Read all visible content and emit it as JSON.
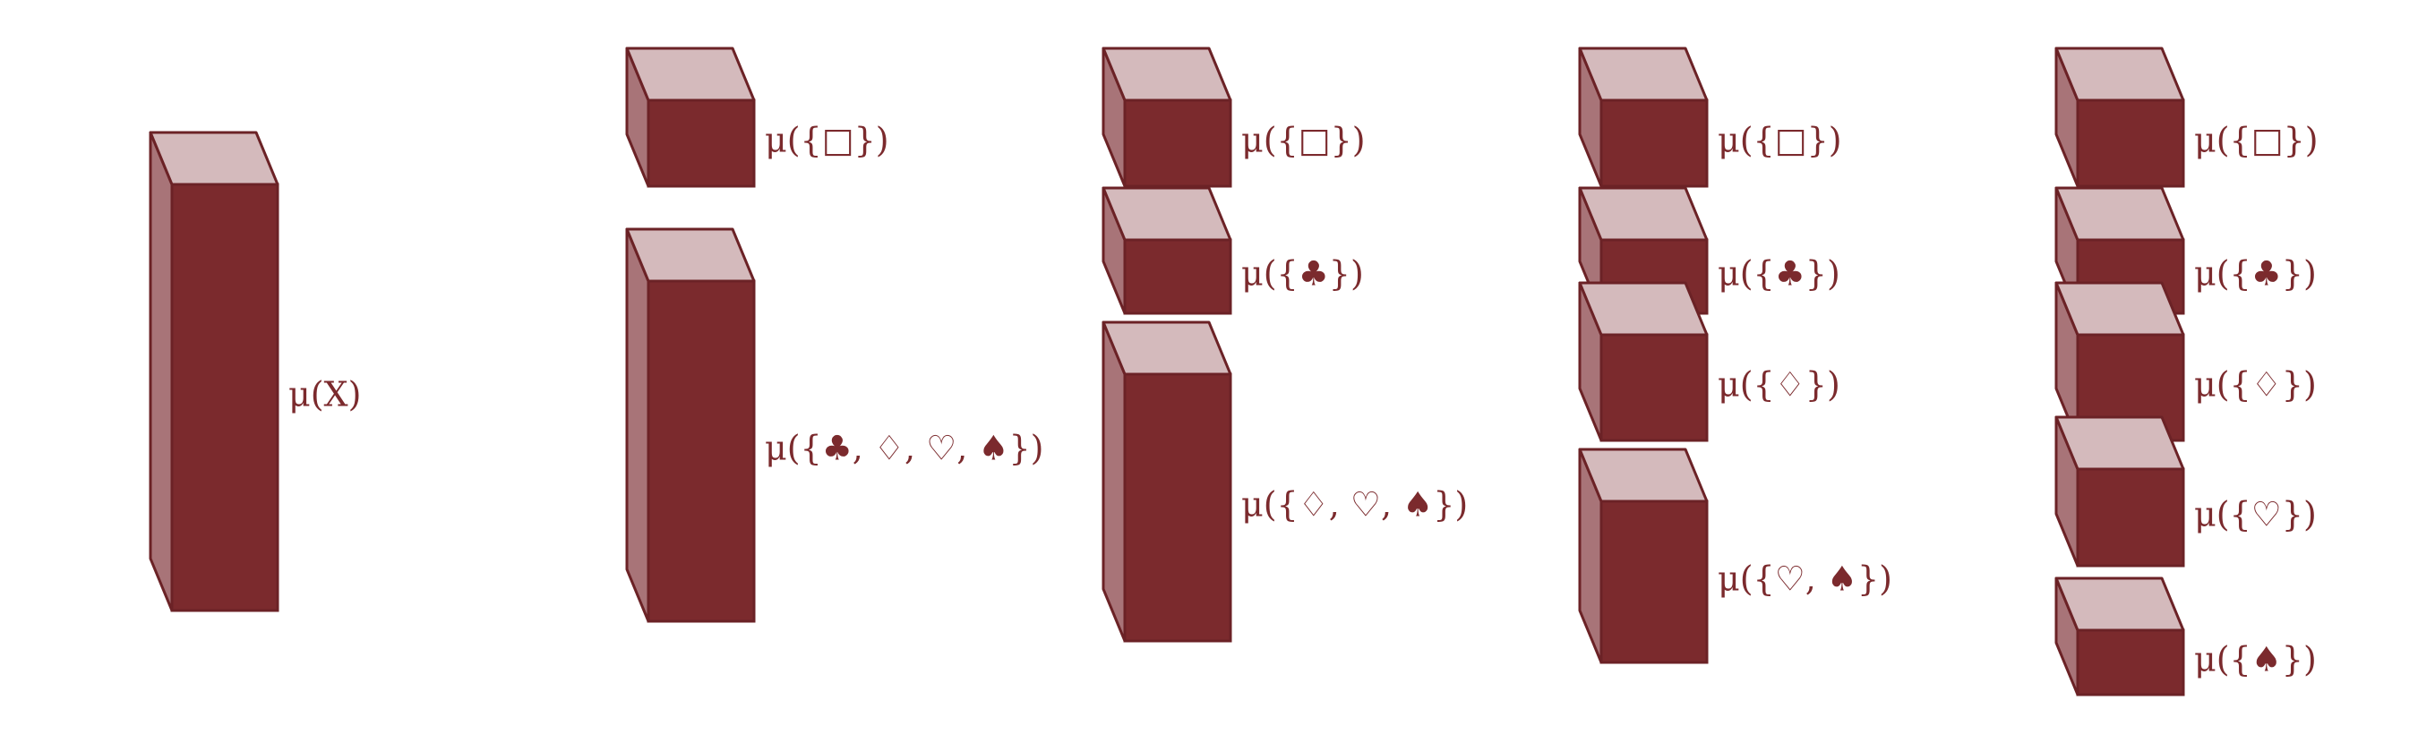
{
  "colors": {
    "front": "#7b2a2d",
    "top": "#d4babc",
    "side": "#a87478",
    "edge": "#6b2226",
    "text": "#7b2a2d"
  },
  "columns": [
    {
      "blocks": [
        {
          "label": "μ(X)"
        }
      ]
    },
    {
      "blocks": [
        {
          "label": "μ({□})"
        },
        {
          "label": "μ({♣, ♢, ♡, ♠})"
        }
      ]
    },
    {
      "blocks": [
        {
          "label": "μ({□})"
        },
        {
          "label": "μ({♣})"
        },
        {
          "label": "μ({♢, ♡, ♠})"
        }
      ]
    },
    {
      "blocks": [
        {
          "label": "μ({□})"
        },
        {
          "label": "μ({♣})"
        },
        {
          "label": "μ({♢})"
        },
        {
          "label": "μ({♡, ♠})"
        }
      ]
    },
    {
      "blocks": [
        {
          "label": "μ({□})"
        },
        {
          "label": "μ({♣})"
        },
        {
          "label": "μ({♢})"
        },
        {
          "label": "μ({♡})"
        },
        {
          "label": "μ({♠})"
        }
      ]
    }
  ]
}
